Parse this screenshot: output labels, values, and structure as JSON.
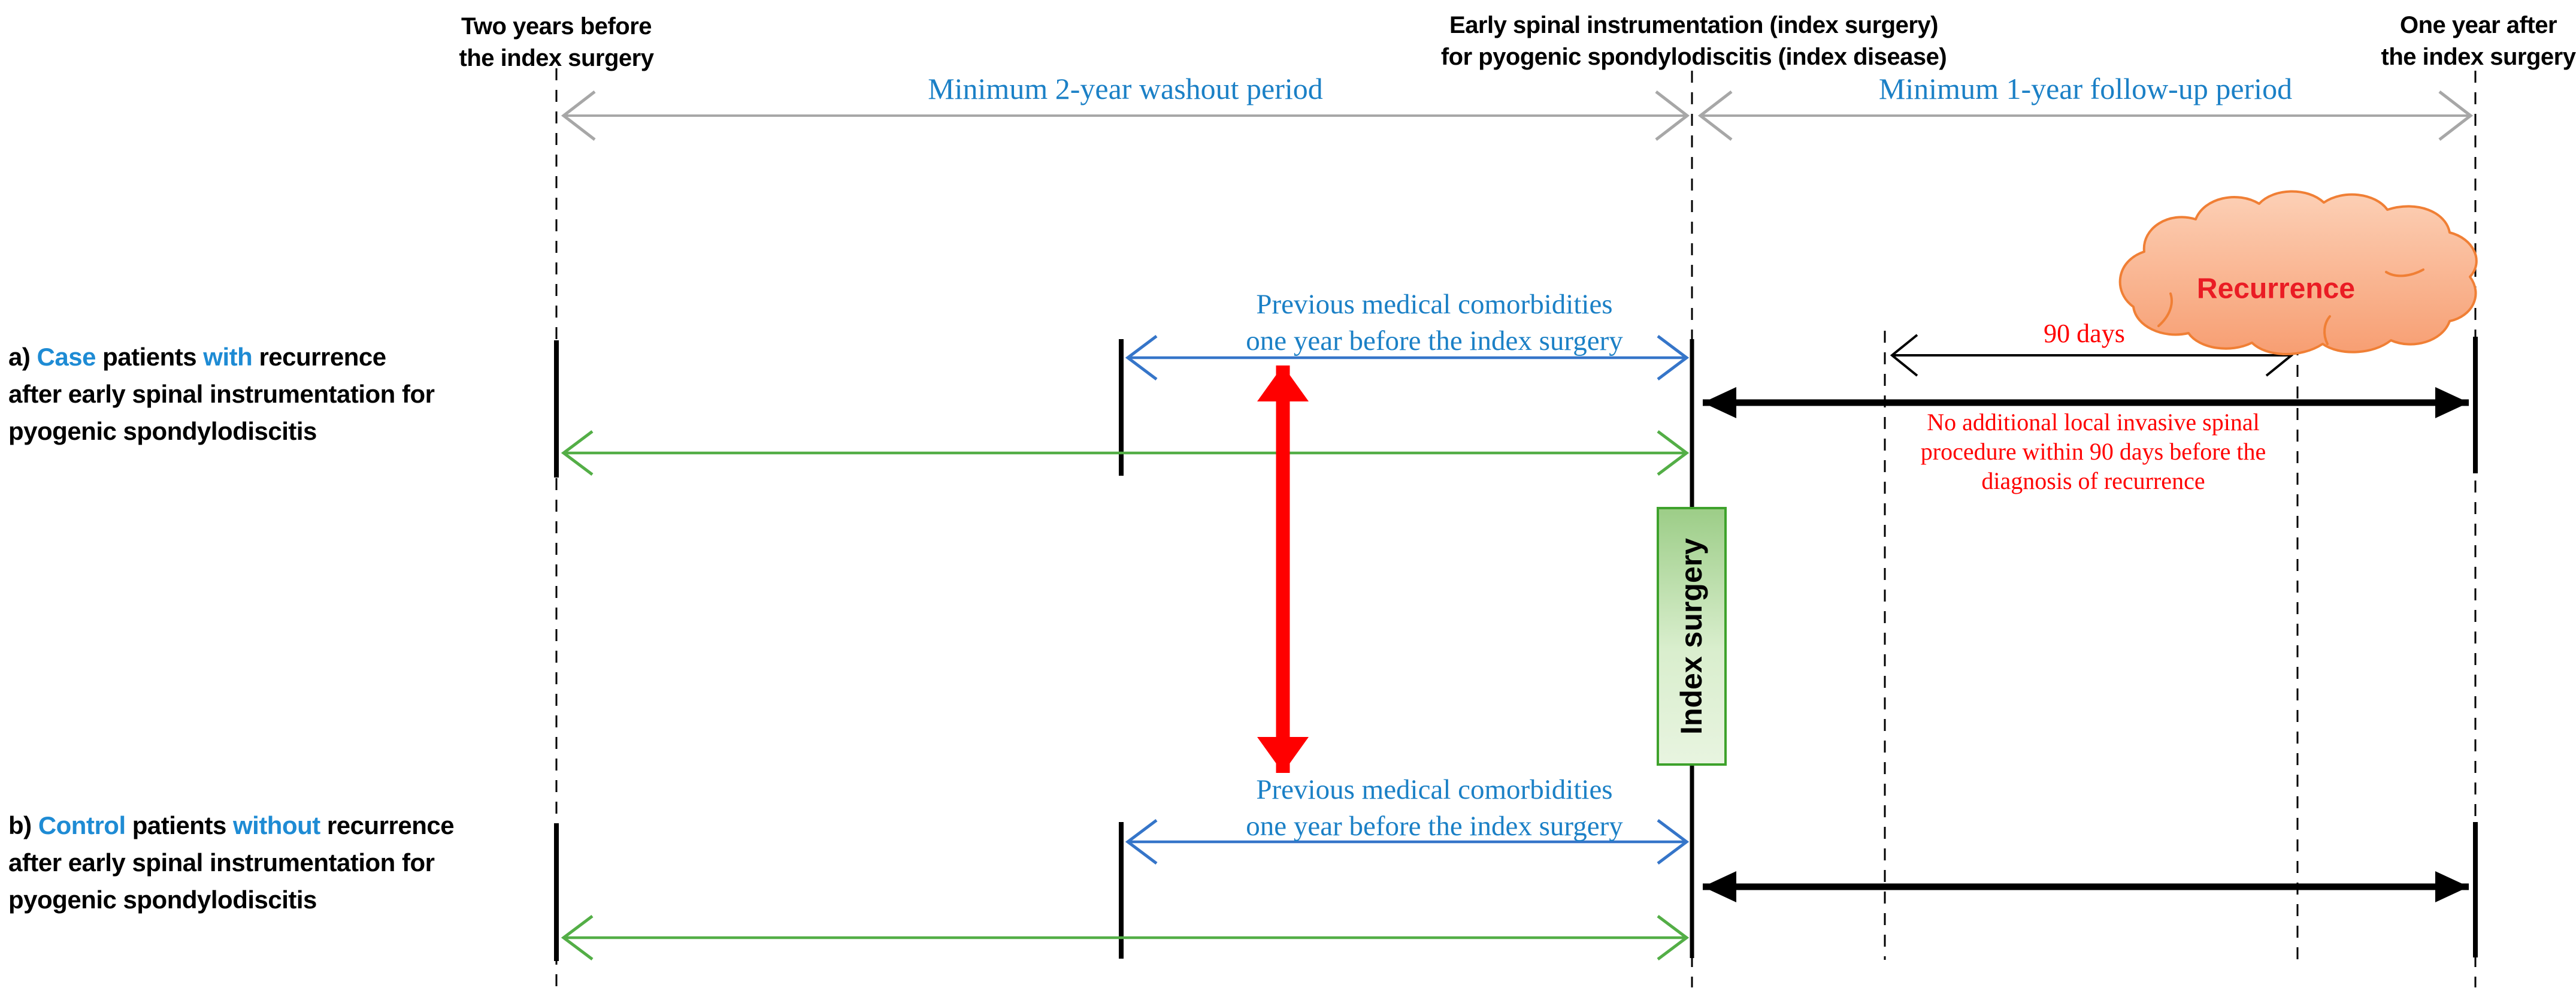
{
  "palette": {
    "text_blue": "#1e8bd4",
    "serif_blue": "#1b80c6",
    "arrow_blue": "#3575c9",
    "arrow_green": "#53ae46",
    "arrow_gray": "#a7a7a7",
    "red": "#ff0000",
    "cloud_fill_top": "#fcd0b6",
    "cloud_fill_bottom": "#f79e72",
    "cloud_border": "#f07f35",
    "box_border": "#3ea22c",
    "box_fill_top": "#9ccd87",
    "box_fill_bottom": "#e8f4e0"
  },
  "timeline": {
    "top_left_line1": "Two years before",
    "top_left_line2": "the index surgery",
    "top_center_line1": "Early spinal instrumentation (index surgery)",
    "top_center_line2": "for pyogenic spondylodiscitis (index disease)",
    "top_right_line1": "One year after",
    "top_right_line2": "the index surgery",
    "washout_period": "Minimum 2-year washout period",
    "followup_period": "Minimum 1-year follow-up period"
  },
  "rows": {
    "a": {
      "p1": "a) ",
      "group": "Case",
      "p2": " patients ",
      "qualifier": "with",
      "p3": " recurrence",
      "line2": "after early spinal instrumentation for",
      "line3": "pyogenic spondylodiscitis"
    },
    "b": {
      "p1": "b) ",
      "group": "Control",
      "p2": " patients ",
      "qualifier": "without",
      "p3": " recurrence",
      "line2": "after early spinal instrumentation for",
      "line3": "pyogenic spondylodiscitis"
    }
  },
  "annotations": {
    "comorbidities_line1": "Previous medical comorbidities",
    "comorbidities_line2": "one year before the index surgery",
    "ninety_days": "90 days",
    "no_procedure_line1": "No additional local invasive spinal",
    "no_procedure_line2": "procedure within 90 days before the",
    "no_procedure_line3": "diagnosis of recurrence",
    "recurrence": "Recurrence",
    "index_surgery": "Index surgery"
  }
}
